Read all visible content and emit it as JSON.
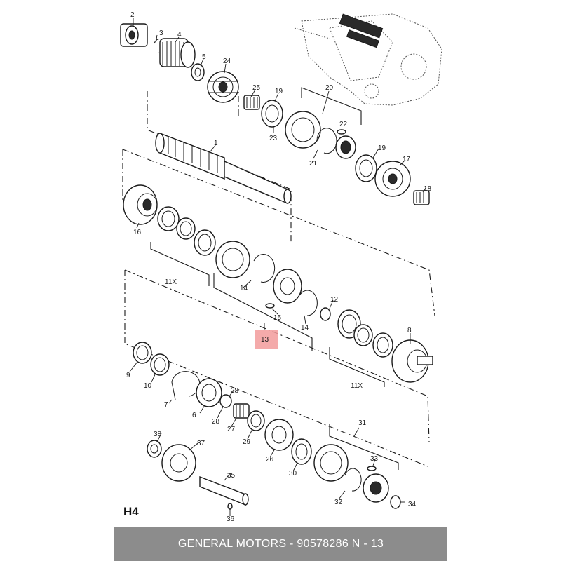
{
  "diagram": {
    "page_id": "H4",
    "footer_text": "GENERAL MOTORS - 90578286     N - 13",
    "highlight_color": "#f29b9b",
    "highlighted_callout": "13",
    "callouts": [
      "1",
      "2",
      "3",
      "4",
      "5",
      "6",
      "7",
      "8",
      "9",
      "10",
      "11X",
      "11X",
      "12",
      "13",
      "14",
      "14",
      "15",
      "16",
      "17",
      "18",
      "19",
      "19",
      "20",
      "21",
      "22",
      "23",
      "24",
      "25",
      "26",
      "27",
      "28",
      "28",
      "29",
      "30",
      "31",
      "32",
      "33",
      "34",
      "35",
      "36",
      "37",
      "38"
    ]
  }
}
